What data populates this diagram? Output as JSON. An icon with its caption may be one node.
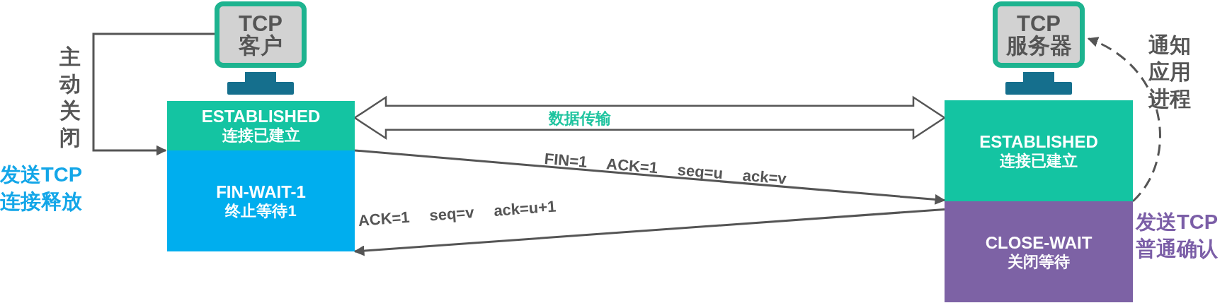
{
  "diagram": {
    "nodes": [
      {
        "text": [
          "TCP 客户"
        ]
      },
      {
        "text": [
          "TCP 服务器"
        ]
      },
      {
        "text": [
          "ESTABLISHED",
          "连接已建立"
        ]
      },
      {
        "text": [
          "FIN-WAIT-1",
          "终止等待1"
        ]
      },
      {
        "text": [
          "ESTABLISHED",
          "连接已建立"
        ]
      },
      {
        "text": [
          "CLOSE-WAIT",
          "关闭等待"
        ]
      }
    ],
    "edges": [
      {
        "from": 0,
        "to": 2,
        "arrow": "to",
        "label": "主动关闭"
      },
      {
        "from": 2,
        "to": 4,
        "arrow": "both",
        "label": "数据传输"
      },
      {
        "from": 2,
        "to": 4,
        "arrow": "to",
        "label": "FIN=1 ACK=1 seq=u ack=v"
      },
      {
        "from": 5,
        "to": 3,
        "arrow": "to",
        "label": "ACK=1 seq=v ack=u+1"
      },
      {
        "from": 4,
        "to": 1,
        "arrow": "to",
        "label": "通知应用进程",
        "style": "dashed"
      }
    ],
    "labels": [
      "发送TCP连接释放",
      "发送TCP普通确认"
    ]
  }
}
